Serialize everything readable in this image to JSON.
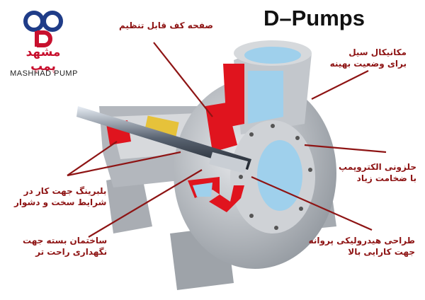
{
  "title": "D–Pumps",
  "logo": {
    "name_fa": "مشهد پمپ",
    "name_en": "MASHHAD PUMP"
  },
  "labels": {
    "base_plate": [
      "صفحه کف قابل تنظیم"
    ],
    "mech_seal": [
      "مکانیکال سیل",
      "برای وضعیت بهینه"
    ],
    "volute": [
      "حلزونی الکتروپمپ",
      "با ضخامت زیاد"
    ],
    "bearing": [
      "بلبرینگ جهت کار در",
      "شرایط سخت و دشوار"
    ],
    "closed_structure": [
      "ساختمان بسته جهت",
      "نگهداری راحت تر"
    ],
    "impeller": [
      "طراحی هیدرولیکی پروانه",
      "جهت کارایی بالا"
    ]
  },
  "colors": {
    "label": "#8e1414",
    "cut": "#e0141e",
    "metal": "#b8bcc2",
    "water": "#9fd0ec",
    "brand_blue": "#1f3c88",
    "brand_red": "#c8102e"
  }
}
